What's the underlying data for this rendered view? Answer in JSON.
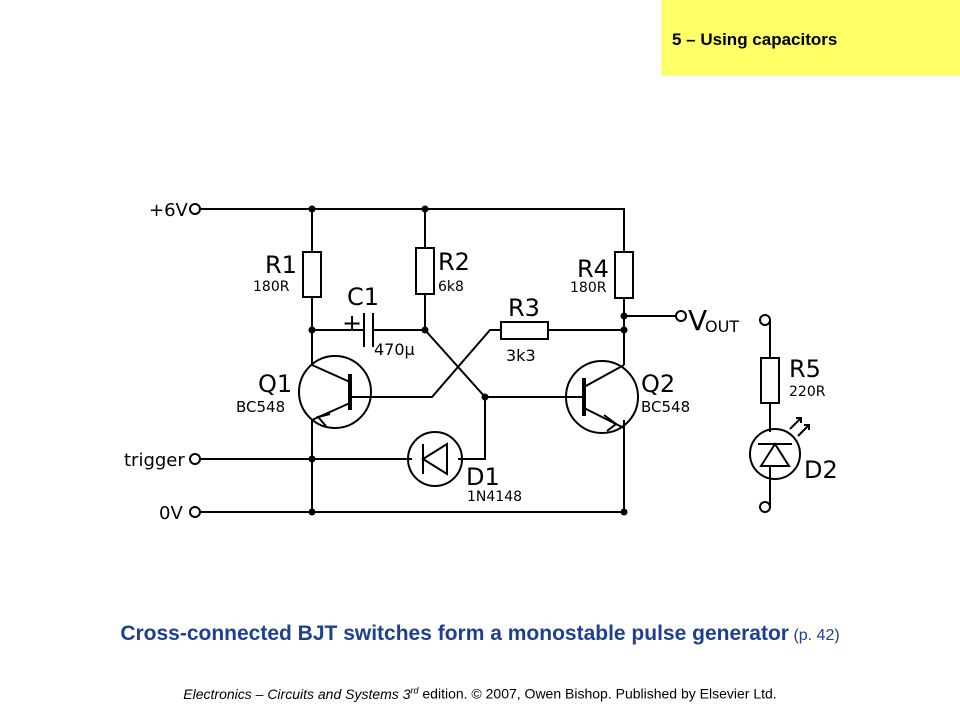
{
  "header": {
    "section_label": "5 – Using capacitors"
  },
  "schematic": {
    "rails": {
      "supply": "+6V",
      "ground": "0V",
      "trigger": "trigger",
      "output": "V",
      "output_sub": "OUT"
    },
    "R1": {
      "ref": "R1",
      "value": "180R"
    },
    "R2": {
      "ref": "R2",
      "value": "6k8"
    },
    "R3": {
      "ref": "R3",
      "value": "3k3"
    },
    "R4": {
      "ref": "R4",
      "value": "180R"
    },
    "R5": {
      "ref": "R5",
      "value": "220R"
    },
    "C1": {
      "ref": "C1",
      "value": "470µ",
      "polarity": "+"
    },
    "Q1": {
      "ref": "Q1",
      "value": "BC548"
    },
    "Q2": {
      "ref": "Q2",
      "value": "BC548"
    },
    "D1": {
      "ref": "D1",
      "value": "1N4148"
    },
    "D2": {
      "ref": "D2"
    }
  },
  "caption": {
    "main": "Cross-connected BJT switches form a monostable pulse generator",
    "page": "(p. 42)"
  },
  "footer": {
    "pre": "Electronics – Circuits and Systems 3",
    "sup": "rd",
    "post": " edition. © 2007, Owen Bishop. Published by Elsevier Ltd."
  }
}
